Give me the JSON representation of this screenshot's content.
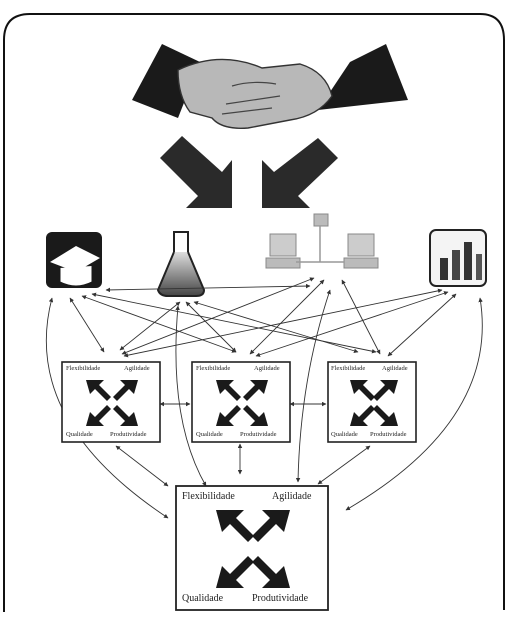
{
  "diagram": {
    "boxes": [
      {
        "top_left": "Flexibilidade",
        "top_right": "Agilidade",
        "bottom_left": "Qualidade",
        "bottom_right": "Produtividade"
      },
      {
        "top_left": "Flexibilidade",
        "top_right": "Agilidade",
        "bottom_left": "Qualidade",
        "bottom_right": "Produtividade"
      },
      {
        "top_left": "Flexibilidade",
        "top_right": "Agilidade",
        "bottom_left": "Qualidade",
        "bottom_right": "Produtividade"
      },
      {
        "top_left": "Flexibilidade",
        "top_right": "Agilidade",
        "bottom_left": "Qualidade",
        "bottom_right": "Produtividade"
      }
    ],
    "icons": [
      "handshake-icon",
      "graduation-cap-icon",
      "flask-icon",
      "computer-network-icon",
      "bar-chart-icon"
    ],
    "colors": {
      "ink": "#1a1a1a",
      "paper": "#ffffff",
      "arrow": "#2a2a2a"
    }
  }
}
